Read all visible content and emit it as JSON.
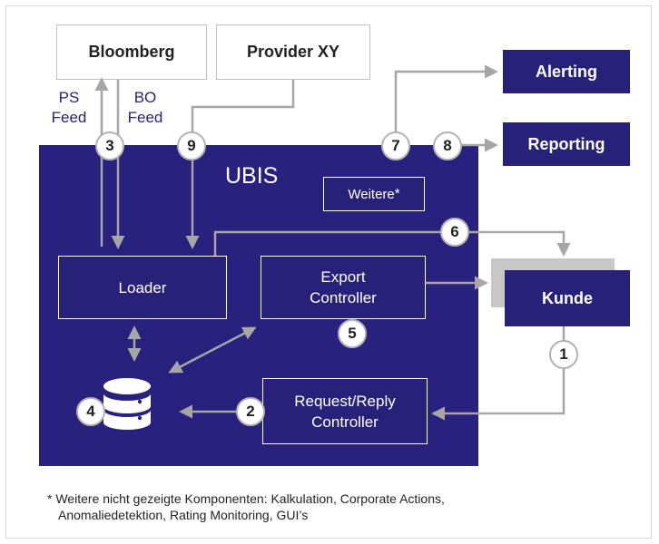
{
  "external": {
    "bloomberg": "Bloomberg",
    "provider": "Provider XY",
    "alerting": "Alerting",
    "reporting": "Reporting",
    "kunde": "Kunde"
  },
  "feeds": {
    "ps_line1": "PS",
    "ps_line2": "Feed",
    "bo_line1": "BO",
    "bo_line2": "Feed"
  },
  "ubis": {
    "title": "UBIS",
    "weitere": "Weitere",
    "weitere_star": "*",
    "loader": "Loader",
    "export_line1": "Export",
    "export_line2": "Controller",
    "request_line1": "Request/Reply",
    "request_line2": "Controller"
  },
  "steps": [
    "1",
    "2",
    "3",
    "4",
    "5",
    "6",
    "7",
    "8",
    "9"
  ],
  "footnote": {
    "line1": "* Weitere nicht gezeigte Komponenten: Kalkulation, Corporate Actions,",
    "line2": "Anomaliedetektion, Rating Monitoring, GUI’s"
  },
  "colors": {
    "navy": "#27217a",
    "arrow": "#a6a6a6",
    "shadow": "#c8c8c8"
  }
}
